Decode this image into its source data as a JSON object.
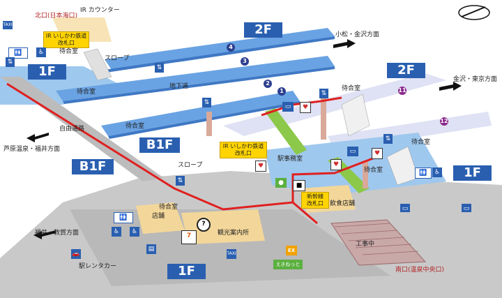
{
  "floors": {
    "f2_left": "2F",
    "f2_right": "2F",
    "f1_left": "1F",
    "f1_right": "1F",
    "f1_bottom": "1F",
    "b1f_center": "B1F",
    "b1f_left": "B1F"
  },
  "labels": {
    "north_exit": "北口(日本海口)",
    "ir_counter": "IR カウンター",
    "ir_gate_top": "IR いしかわ鉄道\n改札口",
    "waiting_room_1": "待合室",
    "slope_top": "スロープ",
    "waiting_room_2": "待合室",
    "underpass": "地下道",
    "waiting_room_3": "待合室",
    "jiyu_tsuro": "自由通路",
    "awara": "芦原温泉・福井方面",
    "komatsu": "小松・金沢方面",
    "kanazawa_tokyo": "金沢・東京方面",
    "waiting_room_4": "待合室",
    "waiting_room_5": "待合室",
    "waiting_room_6": "待合室",
    "ir_gate_mid": "IR いしかわ鉄道\n改札口",
    "slope_mid": "スロープ",
    "station_office": "駅事務室",
    "shinkansen_gate": "新幹線\n改札口",
    "food": "飲食店舗",
    "waiting_room_7": "待合室",
    "shop": "店舗",
    "tourist_info": "観光案内所",
    "fukui": "福井・敦賀方面",
    "rent_a_car": "駅レンタカー",
    "construction": "工事中",
    "south_exit": "南口(温泉中央口)"
  },
  "platform_numbers": {
    "p1": "1",
    "p2": "2",
    "p3": "3",
    "p4": "4",
    "p11": "11",
    "p12": "12"
  },
  "brand": {
    "eki_net": "えきねっと",
    "ex": "EX"
  },
  "colors": {
    "blue_platform": "#5b9be0",
    "light_platform": "#dfe2f4",
    "floor_label": "#2a5fb0",
    "route": "#e02020",
    "gate": "#ffd400"
  }
}
